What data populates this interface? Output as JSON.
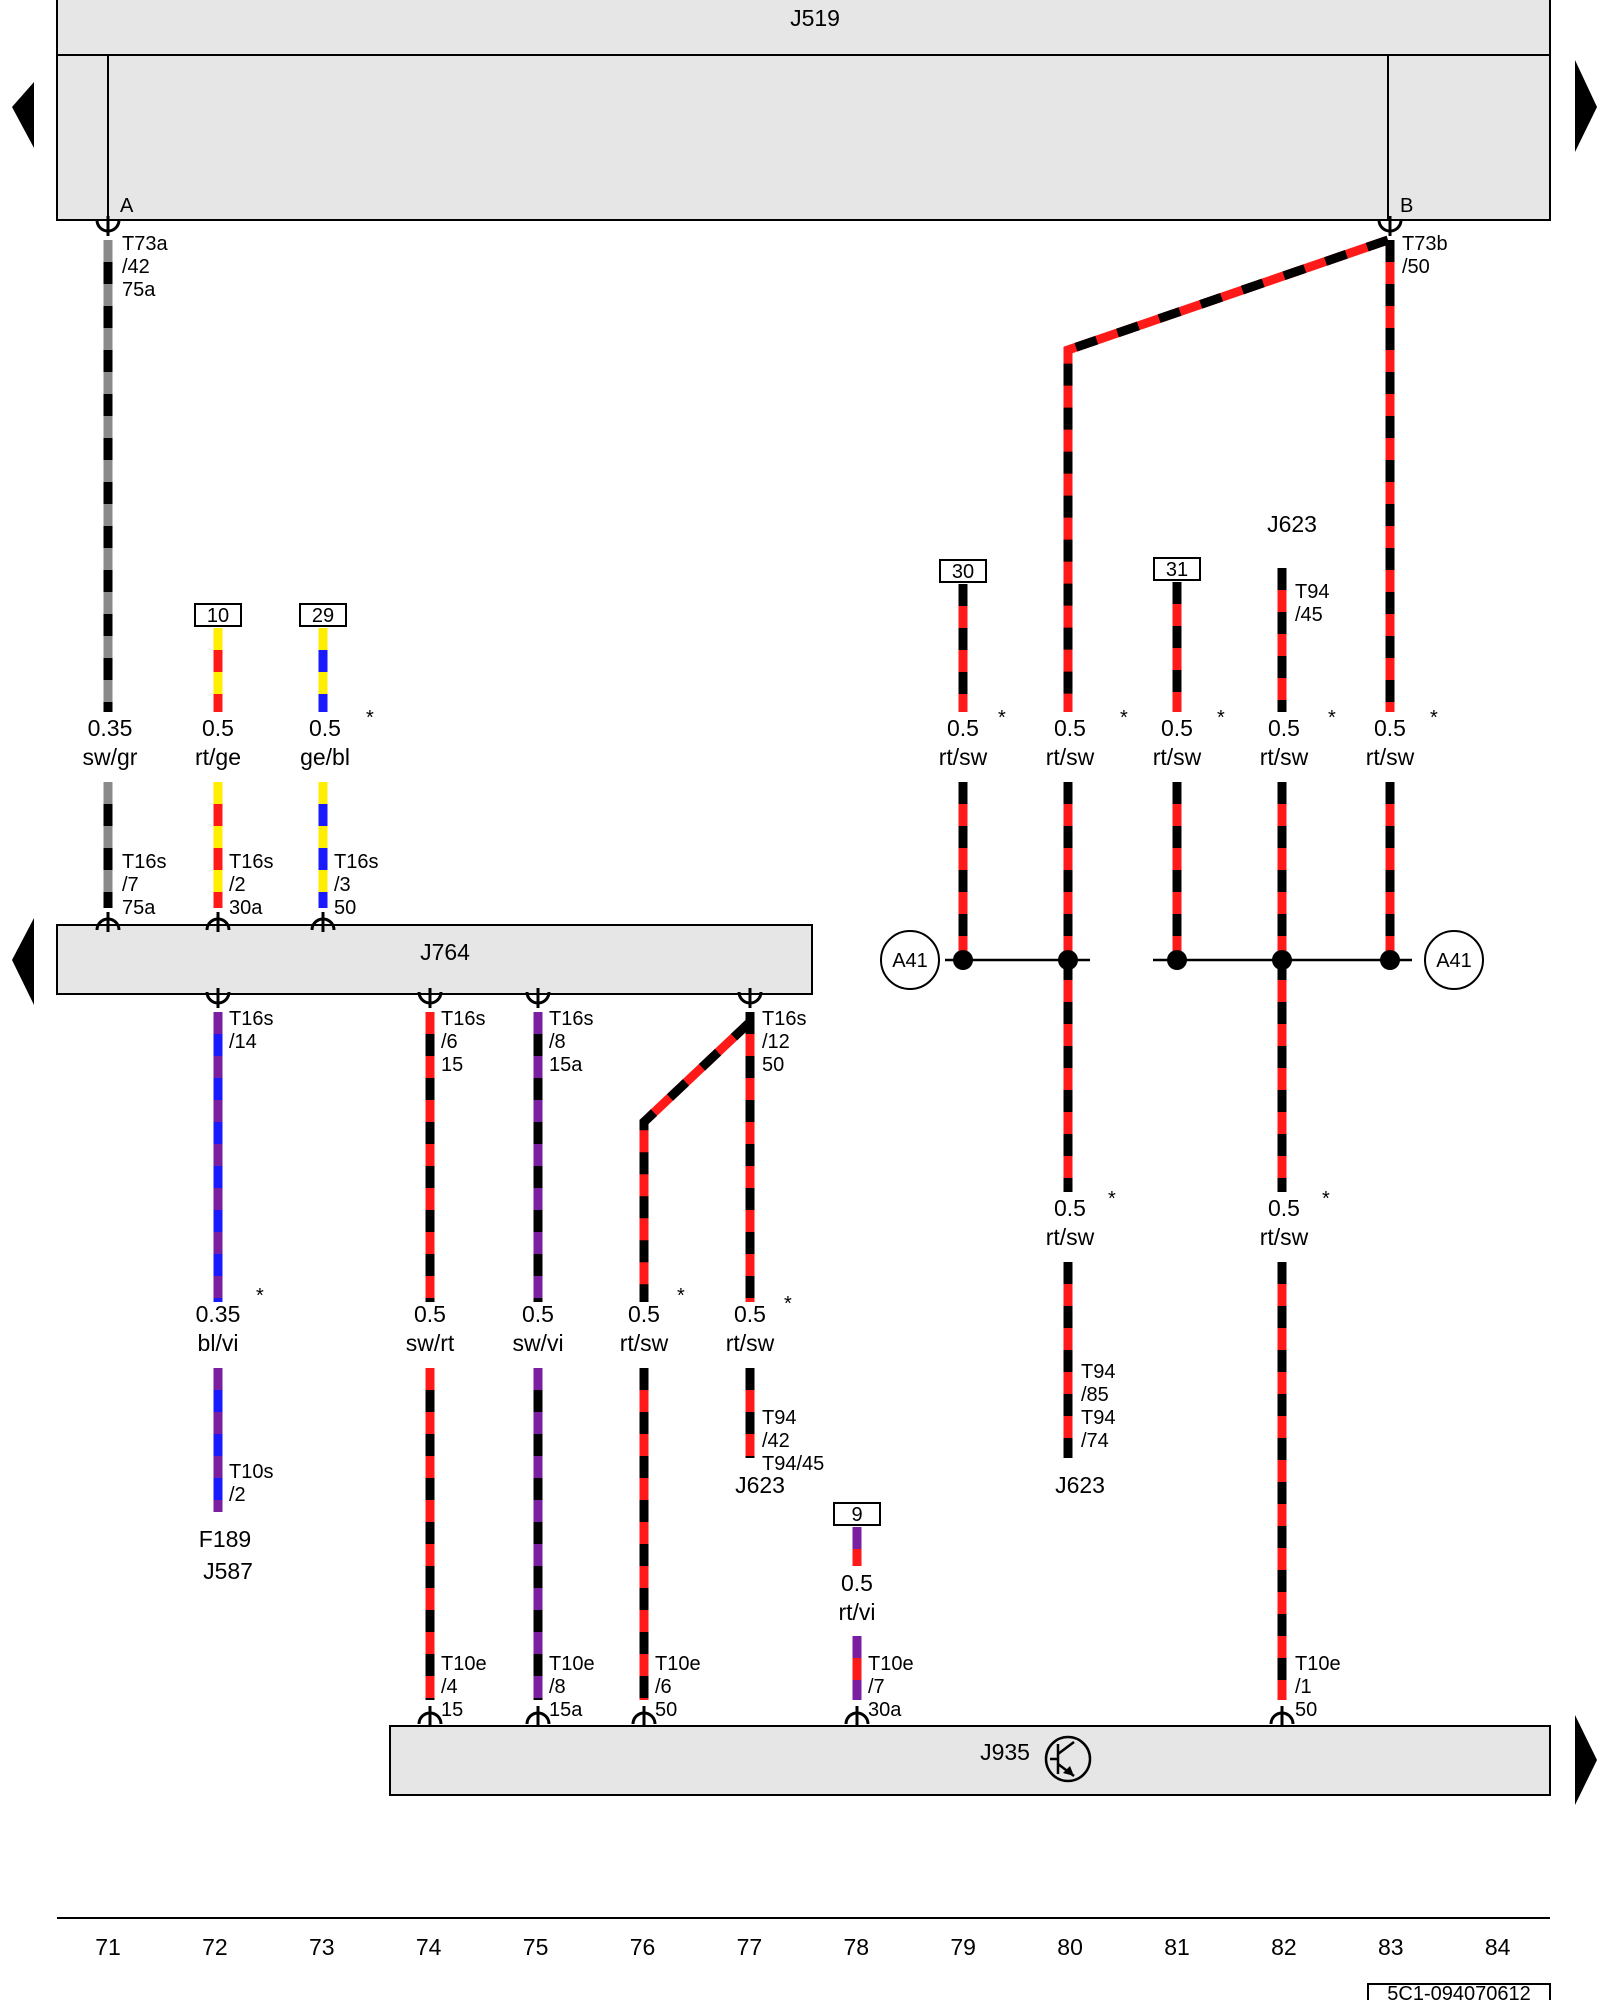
{
  "components": {
    "j519": "J519",
    "j764": "J764",
    "j935": "J935",
    "j623_top": "J623",
    "j623_col77": "J623",
    "j623_col80": "J623",
    "f189": "F189",
    "j587": "J587"
  },
  "points": {
    "a": "A",
    "b": "B"
  },
  "ground_refs": {
    "left": "A41",
    "right": "A41"
  },
  "terminals": {
    "t30": "30",
    "t31": "31",
    "t10": "10",
    "t29": "29",
    "t9": "9"
  },
  "colors": {
    "rt": "#ff1a1a",
    "sw": "#000000",
    "gr": "#8a8a8a",
    "ge": "#ffee00",
    "bl": "#1a1aff",
    "vi": "#7a1fa0",
    "box": "#e6e6e6"
  },
  "wires": [
    {
      "id": "w71",
      "size": "0.35",
      "color": "sw/gr",
      "star": ""
    },
    {
      "id": "w72",
      "size": "0.5",
      "color": "rt/ge",
      "star": ""
    },
    {
      "id": "w73",
      "size": "0.5",
      "color": "ge/bl",
      "star": "*"
    },
    {
      "id": "w79",
      "size": "0.5",
      "color": "rt/sw",
      "star": "*"
    },
    {
      "id": "w80",
      "size": "0.5",
      "color": "rt/sw",
      "star": "*"
    },
    {
      "id": "w81",
      "size": "0.5",
      "color": "rt/sw",
      "star": "*"
    },
    {
      "id": "w82",
      "size": "0.5",
      "color": "rt/sw",
      "star": "*"
    },
    {
      "id": "w83",
      "size": "0.5",
      "color": "rt/sw",
      "star": "*"
    },
    {
      "id": "w72b",
      "size": "0.35",
      "color": "bl/vi",
      "star": "*"
    },
    {
      "id": "w74",
      "size": "0.5",
      "color": "sw/rt",
      "star": ""
    },
    {
      "id": "w75",
      "size": "0.5",
      "color": "sw/vi",
      "star": ""
    },
    {
      "id": "w76",
      "size": "0.5",
      "color": "rt/sw",
      "star": "*"
    },
    {
      "id": "w77",
      "size": "0.5",
      "color": "rt/sw",
      "star": "*"
    },
    {
      "id": "w80b",
      "size": "0.5",
      "color": "rt/sw",
      "star": "*"
    },
    {
      "id": "w82b",
      "size": "0.5",
      "color": "rt/sw",
      "star": "*"
    },
    {
      "id": "w78",
      "size": "0.5",
      "color": "rt/vi",
      "star": ""
    }
  ],
  "pins": [
    {
      "id": "p_t73a",
      "lines": [
        "T73a",
        "/42",
        "75a"
      ]
    },
    {
      "id": "p_t73b",
      "lines": [
        "T73b",
        "/50"
      ]
    },
    {
      "id": "p_t16s7",
      "lines": [
        "T16s",
        "/7",
        "75a"
      ]
    },
    {
      "id": "p_t16s2",
      "lines": [
        "T16s",
        "/2",
        "30a"
      ]
    },
    {
      "id": "p_t16s3",
      "lines": [
        "T16s",
        "/3",
        "50"
      ]
    },
    {
      "id": "p_t94_45",
      "lines": [
        "T94",
        "/45"
      ]
    },
    {
      "id": "p_t16s14",
      "lines": [
        "T16s",
        "/14"
      ]
    },
    {
      "id": "p_t16s6",
      "lines": [
        "T16s",
        "/6",
        "15"
      ]
    },
    {
      "id": "p_t16s8",
      "lines": [
        "T16s",
        "/8",
        "15a"
      ]
    },
    {
      "id": "p_t16s12",
      "lines": [
        "T16s",
        "/12",
        "50"
      ]
    },
    {
      "id": "p_t10s2",
      "lines": [
        "T10s",
        "/2"
      ]
    },
    {
      "id": "p_t94_42",
      "lines": [
        "T94",
        "/42",
        "T94/45"
      ]
    },
    {
      "id": "p_t94_85",
      "lines": [
        "T94",
        "/85",
        "T94",
        "/74"
      ]
    },
    {
      "id": "p_t10e4",
      "lines": [
        "T10e",
        "/4",
        "15"
      ]
    },
    {
      "id": "p_t10e8",
      "lines": [
        "T10e",
        "/8",
        "15a"
      ]
    },
    {
      "id": "p_t10e6",
      "lines": [
        "T10e",
        "/6",
        "50"
      ]
    },
    {
      "id": "p_t10e7",
      "lines": [
        "T10e",
        "/7",
        "30a"
      ]
    },
    {
      "id": "p_t10e1",
      "lines": [
        "T10e",
        "/1",
        "50"
      ]
    }
  ],
  "columns": [
    "71",
    "72",
    "73",
    "74",
    "75",
    "76",
    "77",
    "78",
    "79",
    "80",
    "81",
    "82",
    "83",
    "84"
  ],
  "drawing_id": "5C1-094070612"
}
